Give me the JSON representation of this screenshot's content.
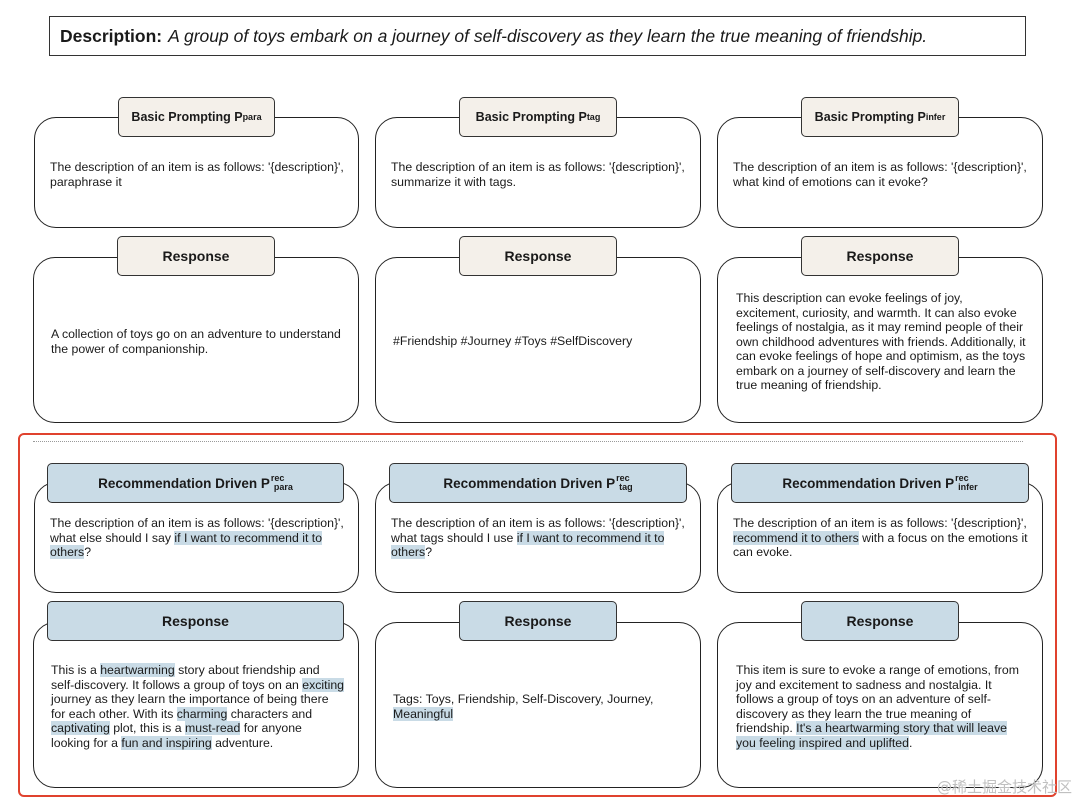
{
  "description": {
    "label": "Description:",
    "text": "A group of toys embark on a journey of self-discovery as they learn the true meaning of friendship."
  },
  "basic": {
    "title": "Basic Prompting P",
    "subs": [
      "para",
      "tag",
      "infer"
    ],
    "prompts": [
      "The description of an item is as follows: '{description}', paraphrase it",
      "The description of an item is as follows: '{description}', summarize it with tags.",
      "The description of an item is as follows: '{description}', what kind of emotions can it evoke?"
    ],
    "responses": [
      "A collection of toys go on an adventure to understand the power of companionship.",
      "#Friendship #Journey #Toys #SelfDiscovery",
      "This description can evoke feelings of joy, excitement, curiosity, and warmth. It can also evoke feelings of nostalgia, as it may remind people of their own childhood adventures with friends. Additionally, it can evoke feelings of hope and optimism, as the toys embark on a journey of self-discovery and learn the true meaning of friendship."
    ]
  },
  "rec": {
    "title": "Recommendation Driven P",
    "sup": "rec",
    "subs": [
      "para",
      "tag",
      "infer"
    ],
    "prompts": [
      [
        {
          "t": "The description of an item is as follows: '{description}', what else should I say "
        },
        {
          "t": "if I want to recommend it to others",
          "h": true
        },
        {
          "t": "?"
        }
      ],
      [
        {
          "t": "The description of an item is as follows: '{description}', what tags should I use "
        },
        {
          "t": "if I want to recommend it to others",
          "h": true
        },
        {
          "t": "?"
        }
      ],
      [
        {
          "t": "The description of an item is as follows: '{description}', "
        },
        {
          "t": "recommend it to others",
          "h": true
        },
        {
          "t": " with a focus on the emotions it can evoke."
        }
      ]
    ],
    "responses": [
      [
        {
          "t": "This is a "
        },
        {
          "t": "heartwarming",
          "h": true
        },
        {
          "t": " story about friendship and self-discovery. It follows a group of toys on an "
        },
        {
          "t": "exciting",
          "h": true
        },
        {
          "t": " journey as they learn the importance of being there for each other. With its "
        },
        {
          "t": "charming",
          "h": true
        },
        {
          "t": " characters and "
        },
        {
          "t": "captivating",
          "h": true
        },
        {
          "t": " plot, this is a "
        },
        {
          "t": "must-read",
          "h": true
        },
        {
          "t": " for anyone looking for a "
        },
        {
          "t": "fun and inspiring",
          "h": true
        },
        {
          "t": " adventure."
        }
      ],
      [
        {
          "t": "Tags: Toys, Friendship, Self-Discovery, Journey, "
        },
        {
          "t": "Meaningful",
          "h": true
        }
      ],
      [
        {
          "t": "This item is sure to evoke a range of emotions, from joy and excitement to sadness and nostalgia. It follows a group of toys on an adventure of self-discovery as they learn the true meaning of friendship. "
        },
        {
          "t": "It's a heartwarming story that will leave you feeling inspired and uplifted",
          "h": true
        },
        {
          "t": "."
        }
      ]
    ]
  },
  "response_label": "Response",
  "watermark": "@稀土掘金技术社区",
  "colors": {
    "accent_red": "#e0422e",
    "highlight_blue": "#c9dbe6",
    "tag_beige": "#f4f0ea"
  }
}
